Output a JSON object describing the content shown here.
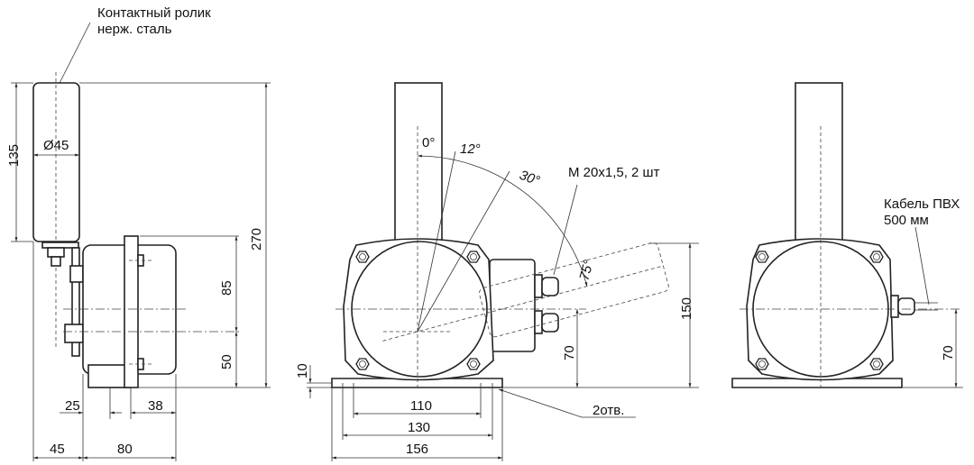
{
  "labels": {
    "roller_note_line1": "Контактный ролик",
    "roller_note_line2": "нерж. сталь",
    "cable_note_line1": "Кабель ПВХ",
    "cable_note_line2": "500 мм",
    "gland_note": "M 20x1,5, 2 шт",
    "holes_note": "2отв."
  },
  "dimensions": {
    "roller_height": "135",
    "roller_diameter": "Ø45",
    "total_height": "270",
    "upper_axis": "85",
    "lower_axis": "50",
    "base_thickness": "10",
    "offset_25": "25",
    "offset_38": "38",
    "width_45": "45",
    "width_80": "80",
    "hole_spacing_110": "110",
    "base_130": "130",
    "base_156": "156",
    "height_150": "150",
    "axis_height_70": "70",
    "axis_height_70_right": "70"
  },
  "angles": {
    "a0": "0°",
    "a12": "12°",
    "a30": "30°",
    "a75": "75°"
  }
}
